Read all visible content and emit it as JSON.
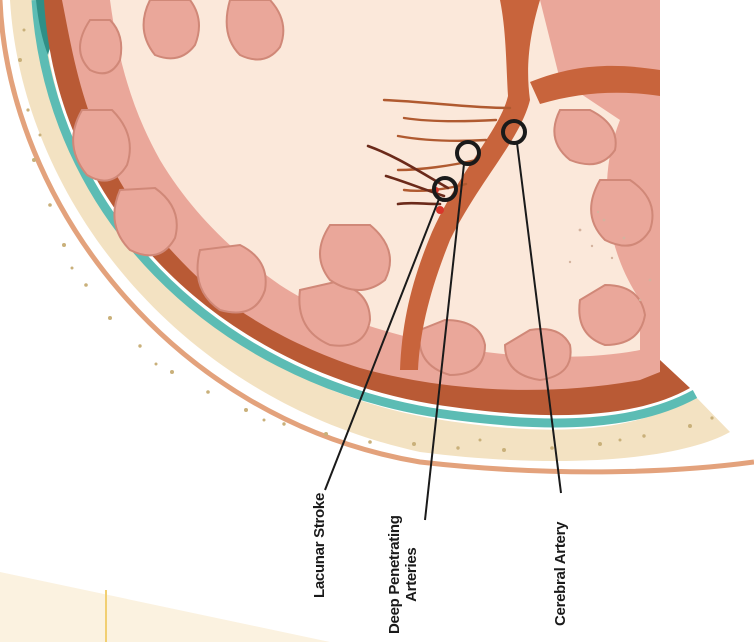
{
  "diagram": {
    "callouts": [
      {
        "id": "lacunar",
        "text": "Lacunar Stroke"
      },
      {
        "id": "deep",
        "line1": "Deep Penetrating",
        "line2": "Arteries"
      },
      {
        "id": "cerebral",
        "text": "Cerebral Artery"
      }
    ]
  },
  "colors": {
    "gray_matter": "#eaa79a",
    "white_matter": "#fbe8da",
    "vessel": "#c8643c",
    "meninges": "#5cbcb4",
    "skull": "#f3e2c2",
    "skull_dots": "#c9b07a",
    "scalp": "#e3a27c"
  }
}
